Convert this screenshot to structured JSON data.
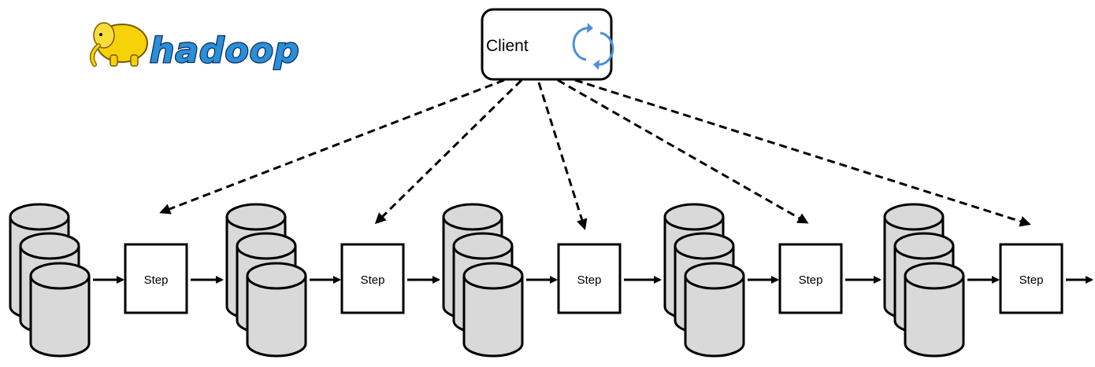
{
  "logo": {
    "text": "hadoop",
    "icon": "elephant-icon"
  },
  "client": {
    "label": "Client",
    "icon": "refresh-cycle-icon"
  },
  "steps": [
    {
      "label": "Step"
    },
    {
      "label": "Step"
    },
    {
      "label": "Step"
    },
    {
      "label": "Step"
    },
    {
      "label": "Step"
    }
  ],
  "colors": {
    "cylinder_fill": "#d9d9d9",
    "outline": "#000000",
    "logo_blue": "#2a8fd6",
    "logo_elephant": "#f6d20a",
    "cycle_icon": "#4a8fd8"
  }
}
